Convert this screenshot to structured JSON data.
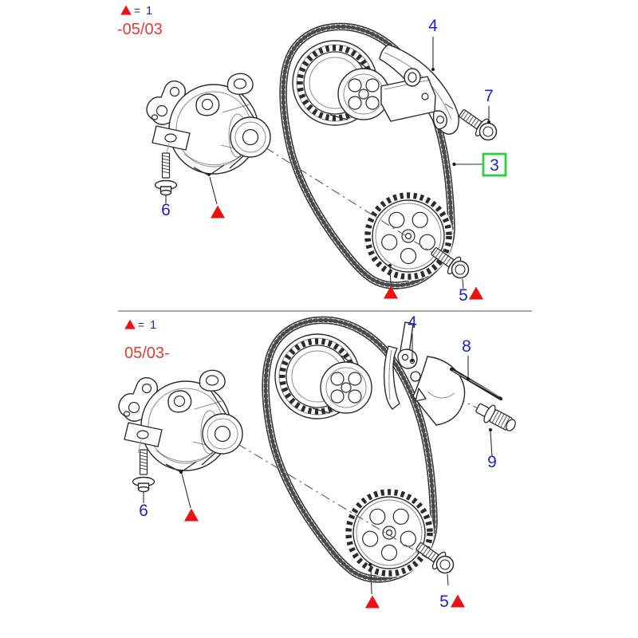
{
  "colors": {
    "callout_blue": "#2121cb",
    "marker_red": "#ee1111",
    "variant_red": "#e13c34",
    "highlight_green": "#2ecc3f",
    "line_art": "#2b2b2b",
    "divider_gray": "#aaaaaa"
  },
  "panel_top": {
    "variant_label": "-05/03",
    "legend": {
      "equals": "=",
      "ref_number": "1"
    },
    "callouts": {
      "c3": "3",
      "c4": "4",
      "c5": "5",
      "c6": "6",
      "c7": "7"
    }
  },
  "panel_bottom": {
    "variant_label": "05/03-",
    "legend": {
      "equals": "=",
      "ref_number": "1"
    },
    "callouts": {
      "c4": "4",
      "c5": "5",
      "c6": "6",
      "c8": "8",
      "c9": "9"
    }
  }
}
